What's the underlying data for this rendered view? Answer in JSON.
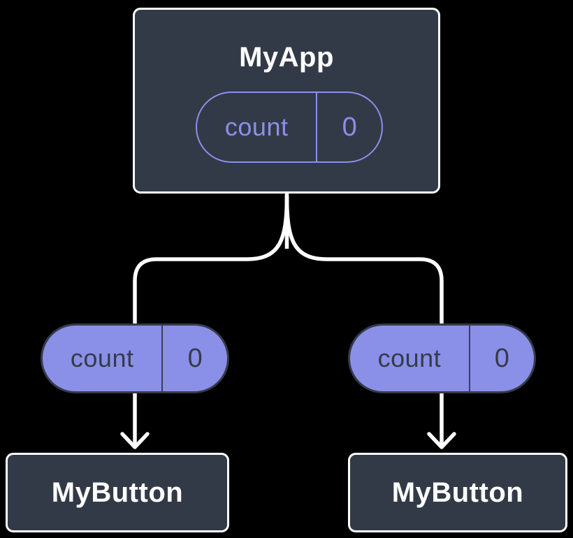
{
  "app": {
    "title": "MyApp",
    "state": {
      "name": "count",
      "value": "0"
    }
  },
  "buttons": [
    {
      "title": "MyButton",
      "prop": {
        "name": "count",
        "value": "0"
      }
    },
    {
      "title": "MyButton",
      "prop": {
        "name": "count",
        "value": "0"
      }
    }
  ],
  "colors": {
    "background": "#000000",
    "node_fill": "#333a47",
    "node_border": "#ffffff",
    "node_text": "#ffffff",
    "pill_accent": "#8a90e8",
    "pill_dark_text": "#353b49",
    "connector": "#ffffff"
  }
}
